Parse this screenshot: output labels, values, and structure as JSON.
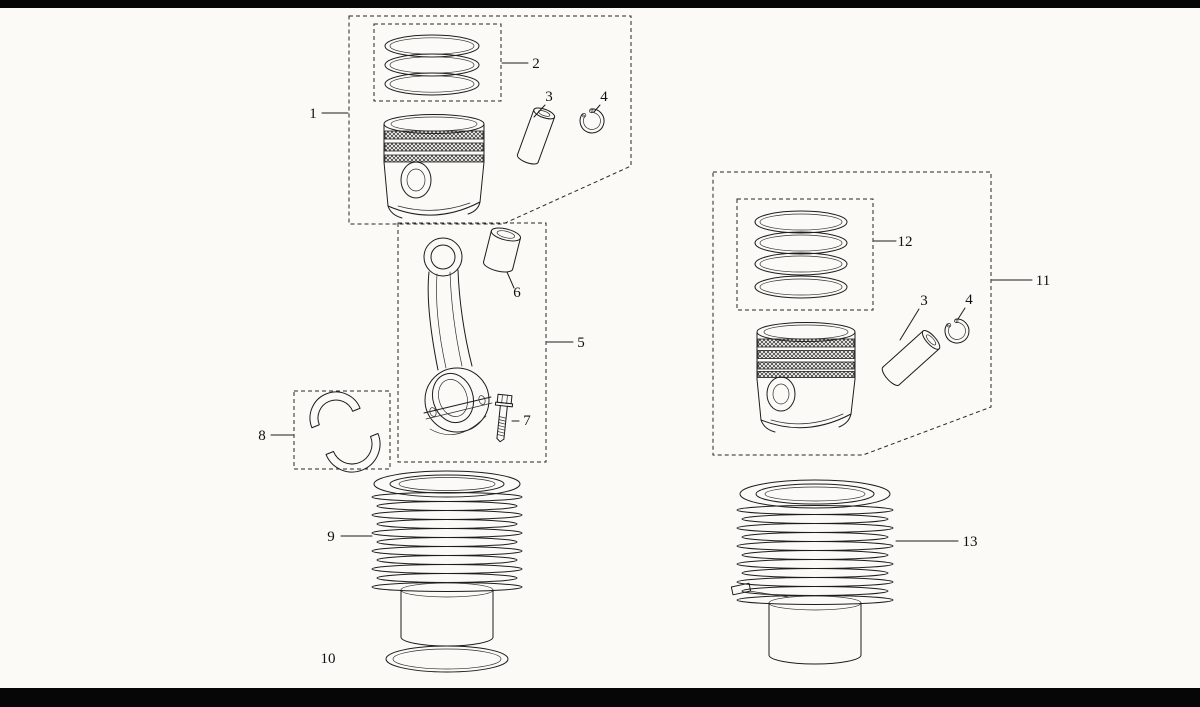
{
  "figure": {
    "background": "#fbfaf6",
    "ink": "#1c1c1c",
    "top_bar_color": "#060606",
    "bottom_bar_color": "#060606"
  },
  "callouts": {
    "n1": "1",
    "n2": "2",
    "n3_left": "3",
    "n4_left": "4",
    "n5": "5",
    "n6": "6",
    "n7": "7",
    "n8": "8",
    "n9": "9",
    "n10": "10",
    "n11": "11",
    "n12": "12",
    "n3_right": "3",
    "n4_right": "4",
    "n13": "13"
  }
}
